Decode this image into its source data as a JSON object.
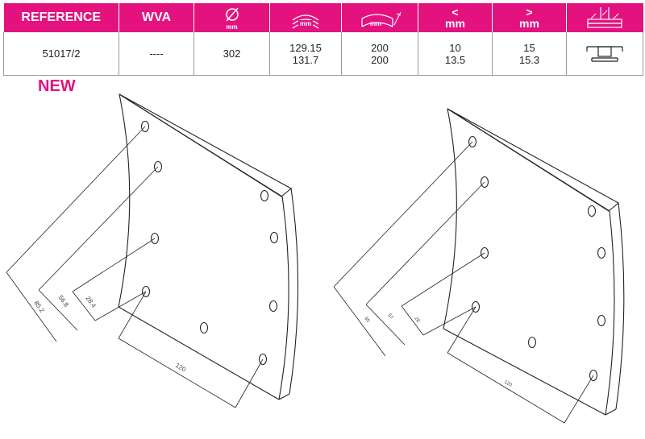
{
  "table": {
    "headers": {
      "reference": "REFERENCE",
      "wva": "WVA",
      "diameter_unit": "mm",
      "width_unit": "mm",
      "radius_unit": "mm",
      "thickness_min_symbol": "<",
      "thickness_min_unit": "mm",
      "thickness_max_symbol": ">",
      "thickness_max_unit": "mm"
    },
    "icons": {
      "diameter": "diameter-symbol-icon",
      "width": "lining-width-icon",
      "radius": "lining-radius-icon",
      "rivet": "rivet-section-icon"
    },
    "row": {
      "reference": "51017/2",
      "wva": "----",
      "diameter": "302",
      "width_line1": "129.15",
      "width_line2": "131.7",
      "radius_line1": "200",
      "radius_line2": "200",
      "thickness_min_line1": "10",
      "thickness_min_line2": "13.5",
      "thickness_max_line1": "15",
      "thickness_max_line2": "15.3"
    }
  },
  "badge": "NEW",
  "drawing_left": {
    "dim_85": "85.2",
    "dim_56": "56.8",
    "dim_28": "28.4",
    "dim_120": "120"
  },
  "drawing_right": {
    "dim_a": "85",
    "dim_b": "57",
    "dim_c": "28",
    "dim_d": "120"
  },
  "colors": {
    "accent": "#e3127f",
    "line": "#222222",
    "grid": "#9a9a9a"
  }
}
